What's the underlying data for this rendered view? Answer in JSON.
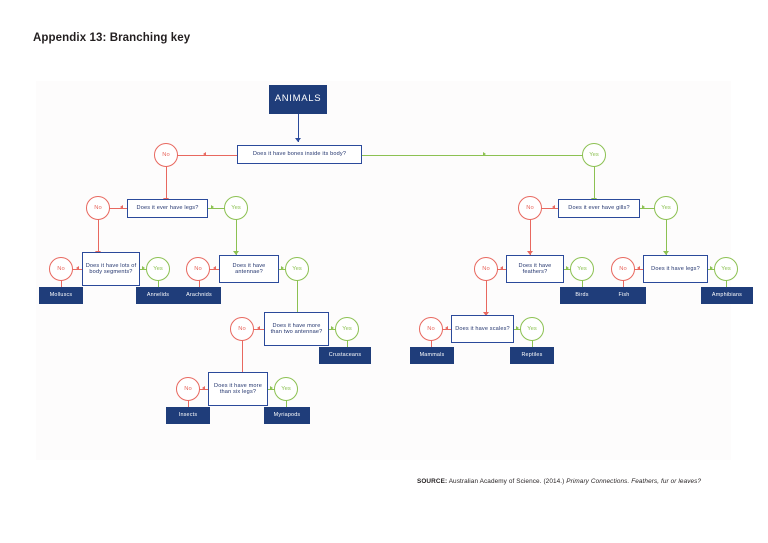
{
  "document": {
    "title": "Appendix 13: Branching key"
  },
  "source": {
    "label": "SOURCE:",
    "plain": " Australian Academy of Science. (2014.) ",
    "italic": "Primary Connections. Feathers, fur or leaves?"
  },
  "labels": {
    "no": "No",
    "yes": "Yes"
  },
  "colors": {
    "navy": "#1f3d7a",
    "question_border": "#2b4a9b",
    "no_red": "#e8685f",
    "yes_green": "#8cc152",
    "panel_bg": "#fdfcfc",
    "page_bg": "#ffffff",
    "text_dark": "#231f20"
  },
  "chart_data": {
    "type": "diagram",
    "diagram_type": "branching-key-flowchart",
    "title": "Appendix 13: Branching key",
    "root": "ANIMALS",
    "nodes": [
      {
        "id": "animals",
        "kind": "root",
        "text": "ANIMALS"
      },
      {
        "id": "q_bones",
        "kind": "question",
        "text": "Does it have bones inside its body?"
      },
      {
        "id": "q_legs",
        "kind": "question",
        "text": "Does it ever have legs?"
      },
      {
        "id": "q_segments",
        "kind": "question",
        "text": "Does it have lots of body segments?"
      },
      {
        "id": "q_antennae",
        "kind": "question",
        "text": "Does it have antennae?"
      },
      {
        "id": "q_two_ant",
        "kind": "question",
        "text": "Does it have more than two antennae?"
      },
      {
        "id": "q_six_legs",
        "kind": "question",
        "text": "Does it have more than six legs?"
      },
      {
        "id": "q_gills",
        "kind": "question",
        "text": "Does it ever have gills?"
      },
      {
        "id": "q_feathers",
        "kind": "question",
        "text": "Does it have feathers?"
      },
      {
        "id": "q_scales",
        "kind": "question",
        "text": "Does it have scales?"
      },
      {
        "id": "q_haslegs",
        "kind": "question",
        "text": "Does it have legs?"
      },
      {
        "id": "molluscs",
        "kind": "terminal",
        "text": "Molluscs"
      },
      {
        "id": "annelids",
        "kind": "terminal",
        "text": "Annelids"
      },
      {
        "id": "arachnids",
        "kind": "terminal",
        "text": "Arachnids"
      },
      {
        "id": "crustaceans",
        "kind": "terminal",
        "text": "Crustaceans"
      },
      {
        "id": "insects",
        "kind": "terminal",
        "text": "Insects"
      },
      {
        "id": "myriapods",
        "kind": "terminal",
        "text": "Myriapods"
      },
      {
        "id": "birds",
        "kind": "terminal",
        "text": "Birds"
      },
      {
        "id": "mammals",
        "kind": "terminal",
        "text": "Mammals"
      },
      {
        "id": "reptiles",
        "kind": "terminal",
        "text": "Reptiles"
      },
      {
        "id": "fish",
        "kind": "terminal",
        "text": "Fish"
      },
      {
        "id": "amphibians",
        "kind": "terminal",
        "text": "Amphibians"
      }
    ],
    "edges": [
      {
        "from": "animals",
        "to": "q_bones",
        "label": ""
      },
      {
        "from": "q_bones",
        "to": "q_legs",
        "label": "No"
      },
      {
        "from": "q_bones",
        "to": "q_gills",
        "label": "Yes"
      },
      {
        "from": "q_legs",
        "to": "q_segments",
        "label": "No"
      },
      {
        "from": "q_legs",
        "to": "q_antennae",
        "label": "Yes"
      },
      {
        "from": "q_segments",
        "to": "molluscs",
        "label": "No"
      },
      {
        "from": "q_segments",
        "to": "annelids",
        "label": "Yes"
      },
      {
        "from": "q_antennae",
        "to": "arachnids",
        "label": "No"
      },
      {
        "from": "q_antennae",
        "to": "q_two_ant",
        "label": "Yes"
      },
      {
        "from": "q_two_ant",
        "to": "q_six_legs",
        "label": "No"
      },
      {
        "from": "q_two_ant",
        "to": "crustaceans",
        "label": "Yes"
      },
      {
        "from": "q_six_legs",
        "to": "insects",
        "label": "No"
      },
      {
        "from": "q_six_legs",
        "to": "myriapods",
        "label": "Yes"
      },
      {
        "from": "q_gills",
        "to": "q_feathers",
        "label": "No"
      },
      {
        "from": "q_gills",
        "to": "q_haslegs",
        "label": "Yes"
      },
      {
        "from": "q_feathers",
        "to": "q_scales",
        "label": "No"
      },
      {
        "from": "q_feathers",
        "to": "birds",
        "label": "Yes"
      },
      {
        "from": "q_scales",
        "to": "mammals",
        "label": "No"
      },
      {
        "from": "q_scales",
        "to": "reptiles",
        "label": "Yes"
      },
      {
        "from": "q_haslegs",
        "to": "fish",
        "label": "No"
      },
      {
        "from": "q_haslegs",
        "to": "amphibians",
        "label": "Yes"
      }
    ]
  }
}
